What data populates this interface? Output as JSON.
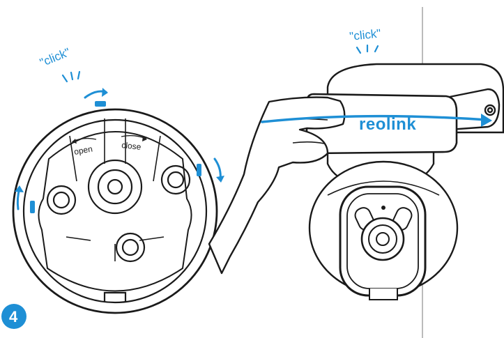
{
  "labels": {
    "click_left": "\"click\"",
    "click_right": "\"click\"",
    "open": "open",
    "close": "close",
    "brand": "reolink",
    "step_number": "4"
  },
  "icons": {
    "step_badge": "numbered-circle-icon",
    "rotate_arrow": "curved-arrow-icon",
    "slide_arrow": "long-arrow-icon"
  },
  "colors": {
    "accent": "#1e8fd5",
    "line": "#1a1a1a",
    "background": "#ffffff"
  }
}
